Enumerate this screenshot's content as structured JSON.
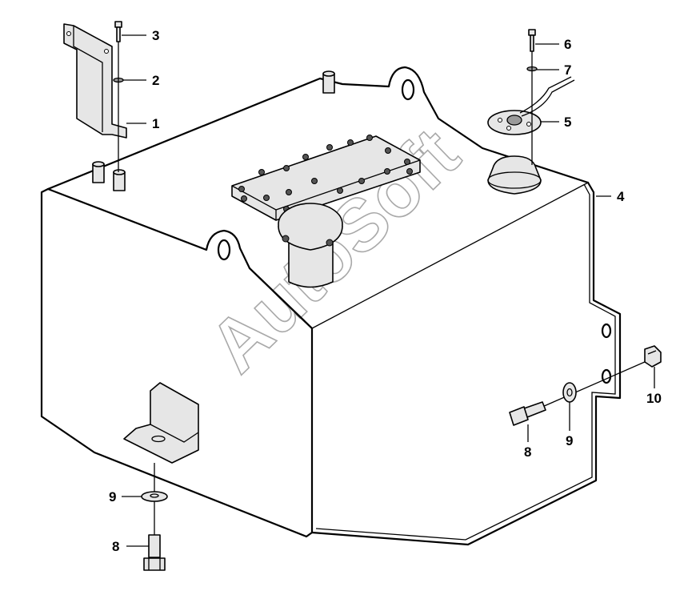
{
  "watermark": "AutoSoft",
  "callouts": {
    "c1": "1",
    "c2": "2",
    "c3": "3",
    "c4": "4",
    "c5": "5",
    "c6": "6",
    "c7": "7",
    "c8_right": "8",
    "c9_right": "9",
    "c10": "10",
    "c9_left": "9",
    "c8_left": "8"
  }
}
